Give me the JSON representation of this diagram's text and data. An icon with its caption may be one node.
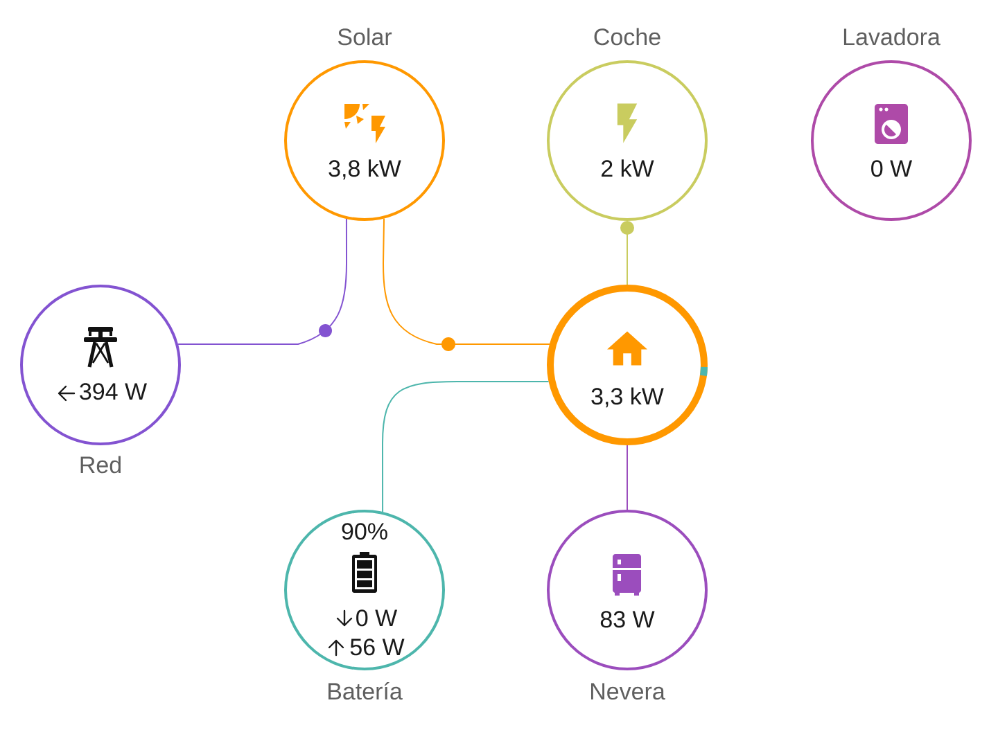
{
  "diagram": {
    "nodes": [
      {
        "text": [
          "Solar",
          "3,8 kW"
        ]
      },
      {
        "text": [
          "Coche",
          "2 kW"
        ]
      },
      {
        "text": [
          "Lavadora",
          "0 W"
        ]
      },
      {
        "text": [
          "394 W",
          "Red"
        ]
      },
      {
        "text": [
          "3,3 kW"
        ]
      },
      {
        "text": [
          "90%",
          "0 W",
          "56 W",
          "Batería"
        ]
      },
      {
        "text": [
          "83 W",
          "Nevera"
        ]
      }
    ],
    "edges": [
      {
        "from": 0,
        "to": 3,
        "arrow": "none",
        "color": "#8353d1"
      },
      {
        "from": 0,
        "to": 4,
        "arrow": "none",
        "color": "#ff9800"
      },
      {
        "from": 4,
        "to": 1,
        "arrow": "other",
        "color": "#c9cc5f"
      },
      {
        "from": 5,
        "to": 4,
        "arrow": "none",
        "color": "#4db6ac"
      },
      {
        "from": 4,
        "to": 6,
        "arrow": "none",
        "color": "#9b4dbd"
      }
    ]
  }
}
